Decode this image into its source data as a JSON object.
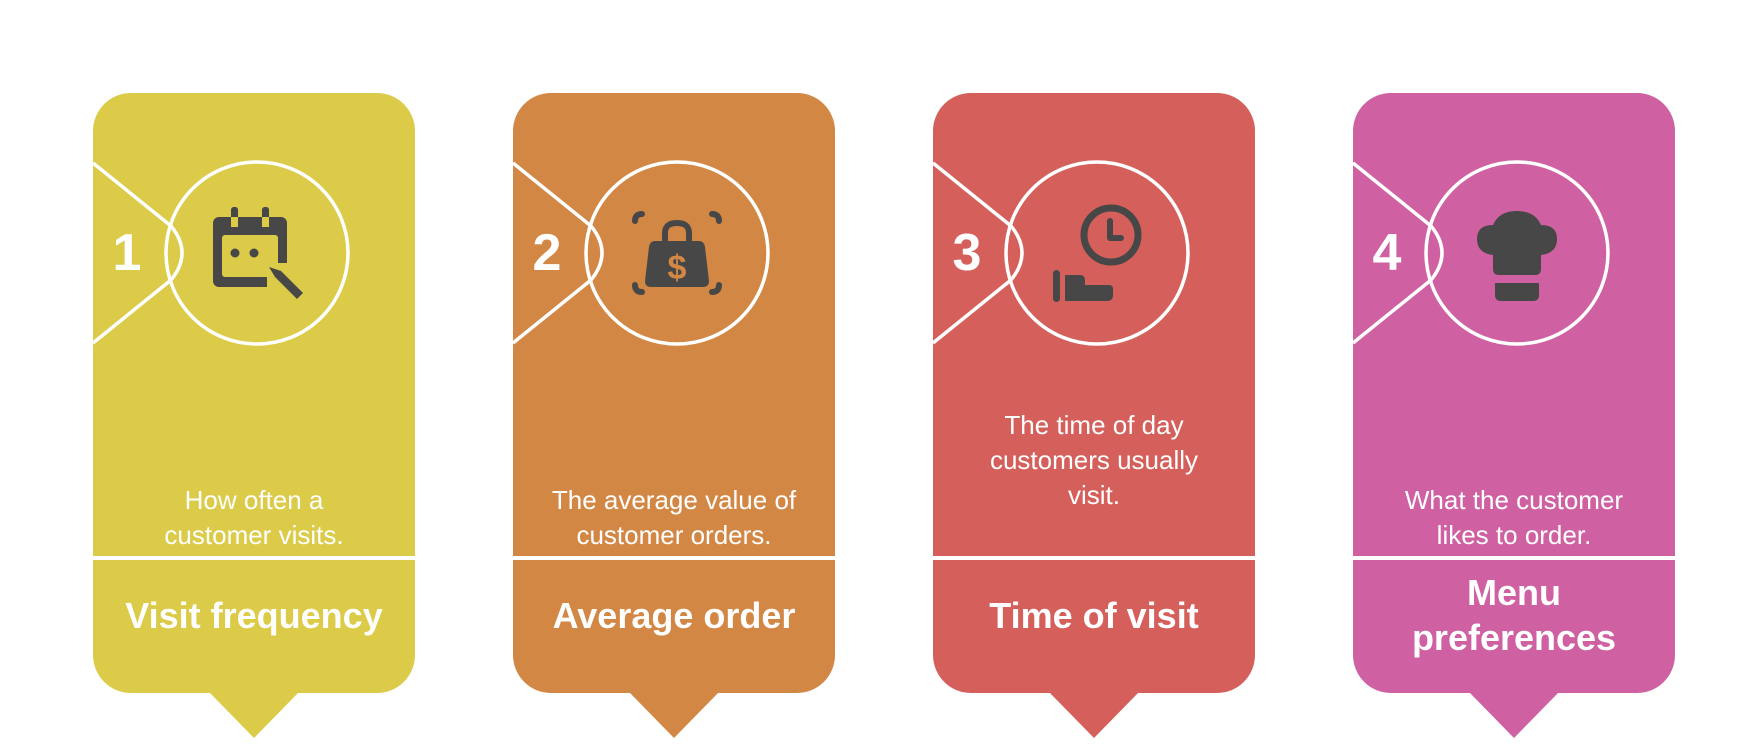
{
  "colors": {
    "card_1": "#DBCB48",
    "card_2": "#D38745",
    "card_3": "#D55F5A",
    "card_4": "#CF60A2",
    "icon": "#474747",
    "line": "#FFFFFF"
  },
  "cards": [
    {
      "number": "1",
      "icon": "calendar-edit-icon",
      "description": "How often a customer visits.",
      "title": "Visit frequency"
    },
    {
      "number": "2",
      "icon": "shopping-bag-dollar-icon",
      "description": "The average value of customer orders.",
      "title": "Average order"
    },
    {
      "number": "3",
      "icon": "hand-clock-icon",
      "description": "The time of day customers usually visit.",
      "title": "Time of visit"
    },
    {
      "number": "4",
      "icon": "chef-hat-icon",
      "description": "What the customer likes to order.",
      "title": "Menu preferences"
    }
  ]
}
